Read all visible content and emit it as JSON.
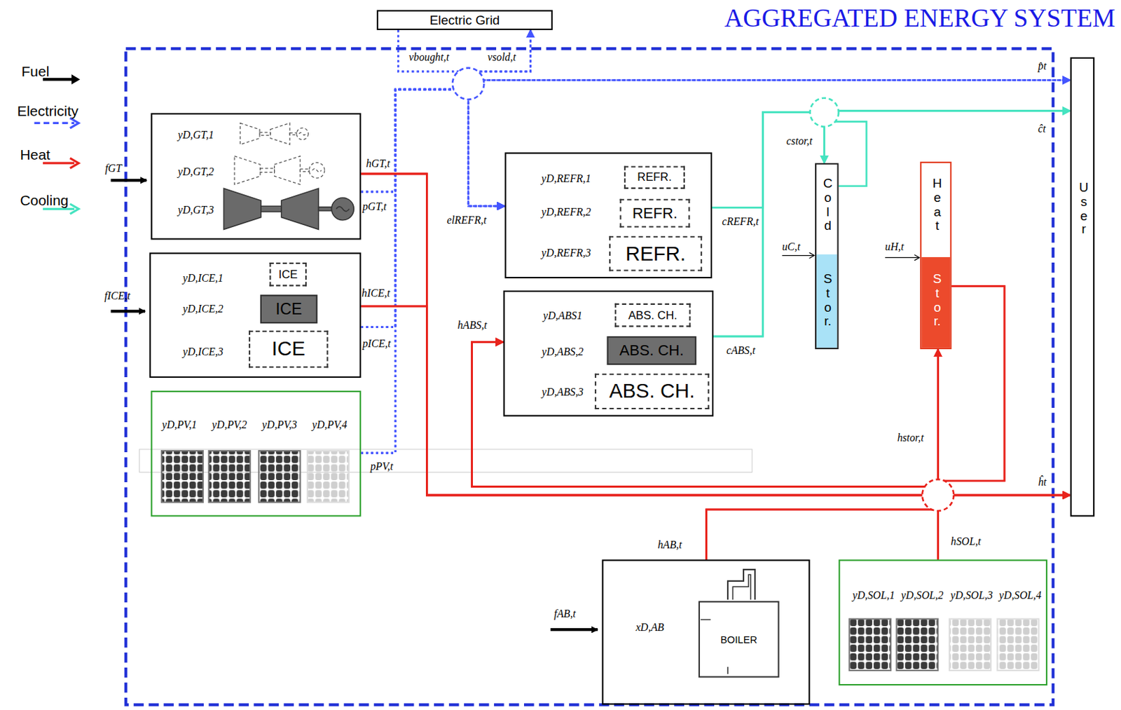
{
  "diagram": {
    "title": "AGGREGATED ENERGY SYSTEM",
    "nodes": [
      {
        "text": [
          "Electric Grid"
        ]
      },
      {
        "text": [
          "yD,GT,1",
          "yD,GT,2",
          "yD,GT,3"
        ]
      },
      {
        "text": [
          "yD,ICE,1",
          "yD,ICE,2",
          "yD,ICE,3"
        ]
      },
      {
        "text": [
          "ICE"
        ],
        "in": 2
      },
      {
        "text": [
          "ICE"
        ],
        "in": 2
      },
      {
        "text": [
          "ICE"
        ],
        "in": 2
      },
      {
        "text": [
          "yD,PV,1",
          "yD,PV,2",
          "yD,PV,3",
          "yD,PV,4"
        ]
      },
      {
        "text": [
          "yD,REFR,1",
          "yD,REFR,2",
          "yD,REFR,3"
        ]
      },
      {
        "text": [
          "REFR."
        ],
        "in": 7
      },
      {
        "text": [
          "REFR."
        ],
        "in": 7
      },
      {
        "text": [
          "REFR."
        ],
        "in": 7
      },
      {
        "text": [
          "yD,ABS1",
          "yD,ABS,2",
          "yD,ABS,3"
        ]
      },
      {
        "text": [
          "ABS. CH."
        ],
        "in": 11
      },
      {
        "text": [
          "ABS. CH."
        ],
        "in": 11
      },
      {
        "text": [
          "ABS. CH."
        ],
        "in": 11
      },
      {
        "text": [
          "Cold",
          "Stor."
        ]
      },
      {
        "text": [
          "Heat",
          "Stor."
        ]
      },
      {
        "text": [
          "User"
        ]
      },
      {
        "text": [
          "xD,AB"
        ]
      },
      {
        "text": [
          "BOILER"
        ],
        "in": 18
      },
      {
        "text": [
          "yD,SOL,1",
          "yD,SOL,2",
          "yD,SOL,3",
          "yD,SOL,4"
        ]
      }
    ],
    "edges": [
      {
        "from": 1,
        "to": 0,
        "arrow": "to"
      },
      {
        "from": 1,
        "to": 7,
        "arrow": "to"
      },
      {
        "from": 1,
        "to": 17,
        "arrow": "to"
      },
      {
        "from": 2,
        "to": 0,
        "arrow": "to"
      },
      {
        "from": 2,
        "to": 7,
        "arrow": "to"
      },
      {
        "from": 2,
        "to": 17,
        "arrow": "to"
      },
      {
        "from": 6,
        "to": 0,
        "arrow": "to"
      },
      {
        "from": 6,
        "to": 7,
        "arrow": "to"
      },
      {
        "from": 6,
        "to": 17,
        "arrow": "to"
      },
      {
        "from": 0,
        "to": 7,
        "arrow": "to"
      },
      {
        "from": 0,
        "to": 17,
        "arrow": "to"
      },
      {
        "from": 1,
        "to": 11,
        "arrow": "to"
      },
      {
        "from": 1,
        "to": 16,
        "arrow": "to"
      },
      {
        "from": 1,
        "to": 17,
        "arrow": "to"
      },
      {
        "from": 2,
        "to": 11,
        "arrow": "to"
      },
      {
        "from": 2,
        "to": 16,
        "arrow": "to"
      },
      {
        "from": 2,
        "to": 17,
        "arrow": "to"
      },
      {
        "from": 18,
        "to": 11,
        "arrow": "to"
      },
      {
        "from": 18,
        "to": 16,
        "arrow": "to"
      },
      {
        "from": 18,
        "to": 17,
        "arrow": "to"
      },
      {
        "from": 20,
        "to": 11,
        "arrow": "to"
      },
      {
        "from": 20,
        "to": 16,
        "arrow": "to"
      },
      {
        "from": 20,
        "to": 17,
        "arrow": "to"
      },
      {
        "from": 16,
        "to": 11,
        "arrow": "to"
      },
      {
        "from": 16,
        "to": 17,
        "arrow": "to"
      },
      {
        "from": 7,
        "to": 15,
        "arrow": "to"
      },
      {
        "from": 7,
        "to": 17,
        "arrow": "to"
      },
      {
        "from": 11,
        "to": 15,
        "arrow": "to"
      },
      {
        "from": 11,
        "to": 17,
        "arrow": "to"
      },
      {
        "from": 15,
        "to": 17,
        "arrow": "to"
      }
    ],
    "labels": [
      "fGT",
      "fICE,t",
      "fAB,t",
      "vbought,t",
      "vsold,t",
      "p̂t",
      "ĉt",
      "ĥt",
      "hGT,t",
      "pGT,t",
      "hICE,t",
      "pICE,t",
      "pPV,t",
      "elREFR,t",
      "cREFR,t",
      "hABS,t",
      "cABS,t",
      "cstor,t",
      "uC,t",
      "uH,t",
      "hstor,t",
      "hAB,t",
      "hSOL,t"
    ],
    "legend": [
      {
        "text": "Fuel"
      },
      {
        "text": "Electricity"
      },
      {
        "text": "Heat"
      },
      {
        "text": "Cooling"
      }
    ]
  }
}
